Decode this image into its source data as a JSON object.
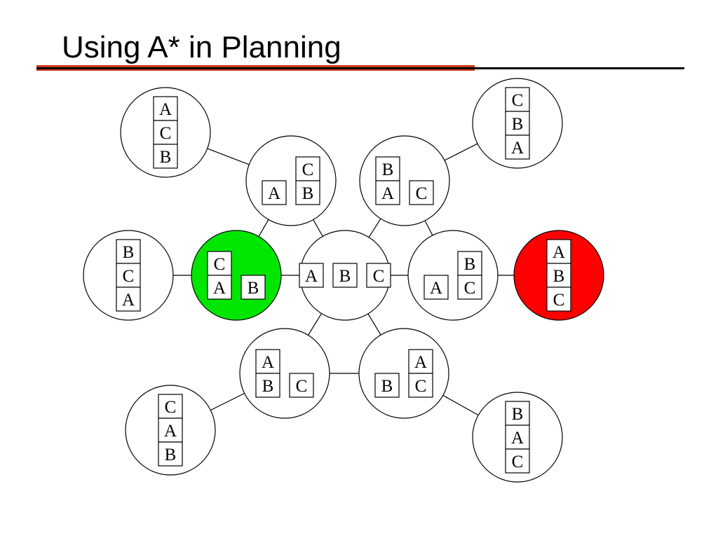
{
  "title": "Using A* in Planning",
  "colors": {
    "title_accent": "#cc3a1a",
    "start_fill": "#00e600",
    "goal_fill": "#ff0000",
    "node_fill": "#ffffff",
    "stroke": "#000000"
  },
  "states": [
    {
      "id": "n-acb",
      "role": "normal",
      "stacks": [
        [
          "A",
          "C",
          "B"
        ]
      ]
    },
    {
      "id": "n-cb-a",
      "role": "normal",
      "stacks": [
        [
          "A"
        ],
        [
          "C",
          "B"
        ]
      ]
    },
    {
      "id": "n-ba-c",
      "role": "normal",
      "stacks": [
        [
          "B",
          "A"
        ],
        [
          "C"
        ]
      ]
    },
    {
      "id": "n-cba",
      "role": "normal",
      "stacks": [
        [
          "C",
          "B",
          "A"
        ]
      ]
    },
    {
      "id": "n-bca",
      "role": "normal",
      "stacks": [
        [
          "B",
          "C",
          "A"
        ]
      ]
    },
    {
      "id": "n-ca-b",
      "role": "start",
      "stacks": [
        [
          "C",
          "A"
        ],
        [
          "B"
        ]
      ]
    },
    {
      "id": "n-a-b-c",
      "role": "normal",
      "stacks": [
        [
          "A"
        ],
        [
          "B"
        ],
        [
          "C"
        ]
      ]
    },
    {
      "id": "n-a-bc",
      "role": "normal",
      "stacks": [
        [
          "A"
        ],
        [
          "B",
          "C"
        ]
      ]
    },
    {
      "id": "n-abc",
      "role": "goal",
      "stacks": [
        [
          "A",
          "B",
          "C"
        ]
      ]
    },
    {
      "id": "n-ab-c",
      "role": "normal",
      "stacks": [
        [
          "A",
          "B"
        ],
        [
          "C"
        ]
      ]
    },
    {
      "id": "n-b-ac",
      "role": "normal",
      "stacks": [
        [
          "B"
        ],
        [
          "A",
          "C"
        ]
      ]
    },
    {
      "id": "n-cab",
      "role": "normal",
      "stacks": [
        [
          "C",
          "A",
          "B"
        ]
      ]
    },
    {
      "id": "n-bac",
      "role": "normal",
      "stacks": [
        [
          "B",
          "A",
          "C"
        ]
      ]
    }
  ],
  "edges": [
    [
      "n-acb",
      "n-cb-a"
    ],
    [
      "n-cba",
      "n-ba-c"
    ],
    [
      "n-cb-a",
      "n-ca-b"
    ],
    [
      "n-cb-a",
      "n-a-b-c"
    ],
    [
      "n-ba-c",
      "n-a-b-c"
    ],
    [
      "n-ba-c",
      "n-a-bc"
    ],
    [
      "n-bca",
      "n-ca-b"
    ],
    [
      "n-ca-b",
      "n-a-b-c"
    ],
    [
      "n-a-b-c",
      "n-a-bc"
    ],
    [
      "n-a-bc",
      "n-abc"
    ],
    [
      "n-a-b-c",
      "n-ab-c"
    ],
    [
      "n-a-b-c",
      "n-b-ac"
    ],
    [
      "n-ab-c",
      "n-b-ac"
    ],
    [
      "n-cab",
      "n-ab-c"
    ],
    [
      "n-b-ac",
      "n-bac"
    ]
  ]
}
